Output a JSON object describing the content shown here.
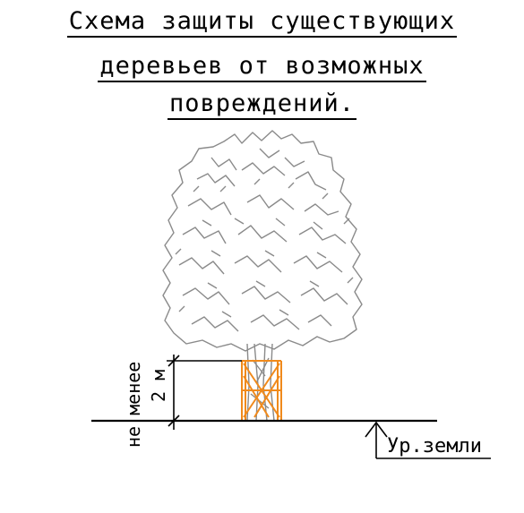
{
  "title": {
    "line1": "Схема защиты существующих",
    "line2": "деревьев от возможных",
    "line3": "повреждений."
  },
  "dimension": {
    "height_value": "2 м",
    "qualifier": "не менее"
  },
  "ground_label": "Ур.земли",
  "colors": {
    "line": "#000000",
    "tree": "#8a8a8a",
    "guard": "#f08a1c"
  },
  "icons": [
    "tree-crown-icon",
    "tree-guard-icon",
    "ground-level-arrow-icon"
  ]
}
